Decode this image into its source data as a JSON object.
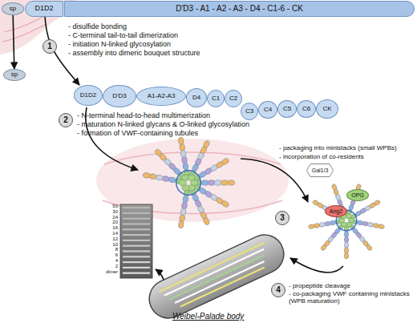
{
  "diagram": {
    "nodes": [
      {
        "text": [
          "sp"
        ]
      },
      {
        "text": [
          "D1D2"
        ]
      },
      {
        "text": [
          "D'D3 - A1 - A2 - A3 - D4 - C1-6 - CK"
        ]
      },
      {
        "text": [
          "1"
        ]
      },
      {
        "text": [
          "sp"
        ]
      },
      {
        "text": [
          "D1D2"
        ]
      },
      {
        "text": [
          "D'D3"
        ]
      },
      {
        "text": [
          "A1-A2-A3"
        ]
      },
      {
        "text": [
          "D4"
        ]
      },
      {
        "text": [
          "C1"
        ]
      },
      {
        "text": [
          "C2"
        ]
      },
      {
        "text": [
          "C3"
        ]
      },
      {
        "text": [
          "C4"
        ]
      },
      {
        "text": [
          "C5"
        ]
      },
      {
        "text": [
          "C6"
        ]
      },
      {
        "text": [
          "CK"
        ]
      },
      {
        "text": [
          "2"
        ]
      },
      {
        "text": [
          "Gal1/3"
        ]
      },
      {
        "text": [
          "OPG"
        ]
      },
      {
        "text": [
          "Ang2"
        ]
      },
      {
        "text": [
          "3"
        ]
      },
      {
        "text": [
          "4"
        ]
      }
    ],
    "edges": [
      {
        "from": 0,
        "to": 4,
        "arrow": "to"
      },
      {
        "from": 1,
        "to": 5,
        "arrow": "to"
      }
    ],
    "labels": [
      "- disulfide bonding",
      "- C-terminal tail-to-tail dimerization",
      "- initiation N-linked glycosylation",
      "- assembly into dimeric bouquet structure",
      "- N-terminal head-to-head multimerization",
      "- maturation N-linked glycans & O-linked glycosylation",
      "- formation of VWF-containing tubules",
      "- packaging into ministacks (small WPBs)",
      "- incorporation of co-residents",
      "- propeptide cleavage",
      "- co-packaging VWF containing ministacks (WPB maturation)",
      "Weibel-Palade body",
      "50",
      "30",
      "24",
      "20",
      "16",
      "14",
      "12",
      "10",
      "8",
      "6",
      "4",
      "2",
      "dimer"
    ]
  }
}
